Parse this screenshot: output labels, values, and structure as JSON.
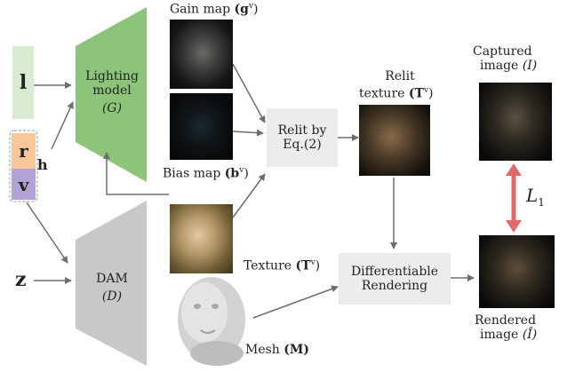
{
  "inputs": {
    "l": "l",
    "r": "r",
    "v": "v",
    "h": "h",
    "z": "z"
  },
  "lighting_model": {
    "line1": "Lighting",
    "line2": "model",
    "symbol": "(G)"
  },
  "dam": {
    "line1": "DAM",
    "symbol": "(D)"
  },
  "gain_map": {
    "label": "Gain map",
    "symbol": "(g",
    "sup": "v",
    "close": ")"
  },
  "bias_map": {
    "label": "Bias map",
    "symbol": "(b",
    "sup": "v",
    "close": ")"
  },
  "texture": {
    "label": "Texture",
    "symbol": "(T",
    "sup": "v",
    "close": ")"
  },
  "mesh": {
    "label": "Mesh",
    "symbol": "(M)"
  },
  "relit_by": {
    "line1": "Relit by",
    "line2": "Eq.(2)"
  },
  "relit_texture": {
    "line1": "Relit",
    "line2": "texture",
    "symbol": "(T",
    "sup": "v",
    "close": ")"
  },
  "differentiable_rendering": {
    "line1": "Differentiable",
    "line2": "Rendering"
  },
  "captured_image": {
    "line1": "Captured",
    "line2": "image",
    "symbol": "(I)"
  },
  "rendered_image": {
    "line1": "Rendered",
    "line2": "image",
    "symbol": "(Î)"
  },
  "loss": {
    "symbol": "L",
    "sub": "1"
  },
  "colors": {
    "lighting_green": "#8cc47a",
    "l_box_green": "#d6ebd0",
    "r_box_orange": "#f7c79a",
    "v_box_purple": "#b3a2d6",
    "dam_gray": "#c8c8c8",
    "process_box_gray": "#ececec",
    "arrow_gray": "#6e6e6e",
    "loss_red": "#e06a6a"
  }
}
